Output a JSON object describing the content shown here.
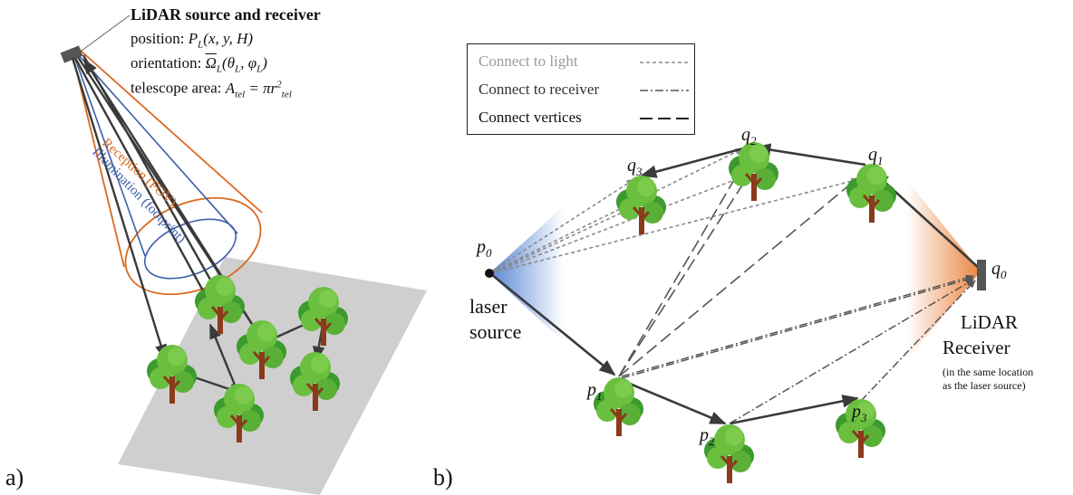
{
  "panel_a": {
    "tag": "a)",
    "device_title": "LiDAR source and receiver",
    "position_label": "position:",
    "position_expr": "P_L(x, y, H)",
    "orientation_label": "orientation:",
    "orientation_expr": "Ω_L(θ_L, φ_L)",
    "area_label": "telescope area:",
    "area_expr": "A_tel = π r_tel²",
    "reception_label": "Reception (FOV)",
    "illumination_label": "Illumination (footprint)"
  },
  "panel_b": {
    "tag": "b)",
    "legend": {
      "light": "Connect to light",
      "receiver": "Connect to receiver",
      "vertices": "Connect vertices"
    },
    "source_label_1": "laser",
    "source_label_2": "source",
    "receiver_label_1": "LiDAR",
    "receiver_label_2": "Receiver",
    "receiver_note_1": "(in the same location",
    "receiver_note_2": "as the laser source)",
    "vertices": {
      "p0": "p0",
      "p1": "p1",
      "p2": "p2",
      "p3": "p3",
      "q0": "q0",
      "q1": "q1",
      "q2": "q2",
      "q3": "q3"
    }
  },
  "colors": {
    "reception": "#d96a1e",
    "illumination": "#3d5fa8",
    "ray": "#3a3a3a",
    "ground": "#cfcfcf",
    "tree_light": "#6bbf3f",
    "tree_dark": "#3c9a2e",
    "trunk": "#8b3a1c",
    "light_glow": "#4a7fd0",
    "receiver_glow": "#e8803a"
  }
}
